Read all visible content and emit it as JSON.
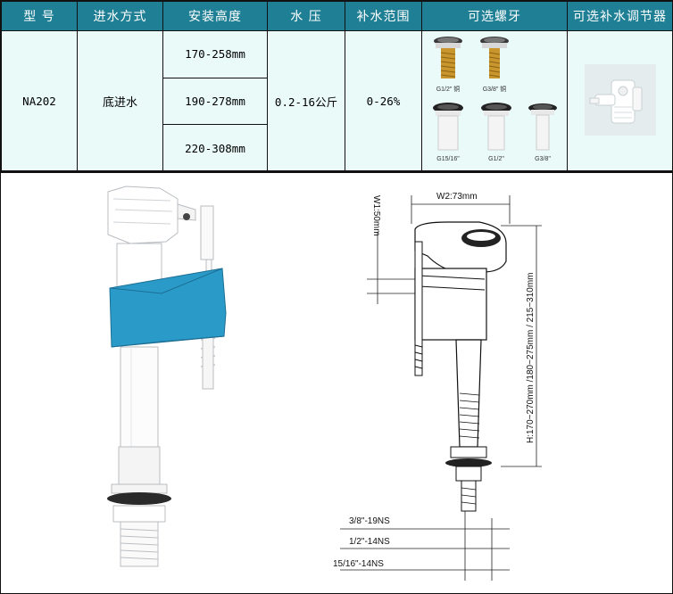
{
  "table": {
    "headers": [
      "型 号",
      "进水方式",
      "安装高度",
      "水 压",
      "补水范围",
      "可选螺牙",
      "可选补水调节器"
    ],
    "model": "NA202",
    "inlet": "底进水",
    "heights": [
      "170-258mm",
      "190-278mm",
      "220-308mm"
    ],
    "pressure": "0.2-16公斤",
    "refill_range": "0-26%",
    "threads": [
      {
        "label": "G1/2\" 铜",
        "finish": "brass"
      },
      {
        "label": "G3/8\" 铜",
        "finish": "brass"
      },
      {
        "label": "G15/16\"",
        "finish": "plastic"
      },
      {
        "label": "G1/2\"",
        "finish": "plastic"
      },
      {
        "label": "G3/8\"",
        "finish": "plastic"
      }
    ]
  },
  "diagram": {
    "width_label": "W2:73mm",
    "w1_label": "W1:50mm",
    "height_label": "H:170~270mm /180~275mm / 215~310mm",
    "thread_labels": [
      "3/8\"-19NS",
      "1/2\"-14NS",
      "15/16\"-14NS"
    ]
  },
  "colors": {
    "header_bg": "#1f7f95",
    "cell_bg": "#e9faf8",
    "float_blue": "#2a9bc9"
  }
}
